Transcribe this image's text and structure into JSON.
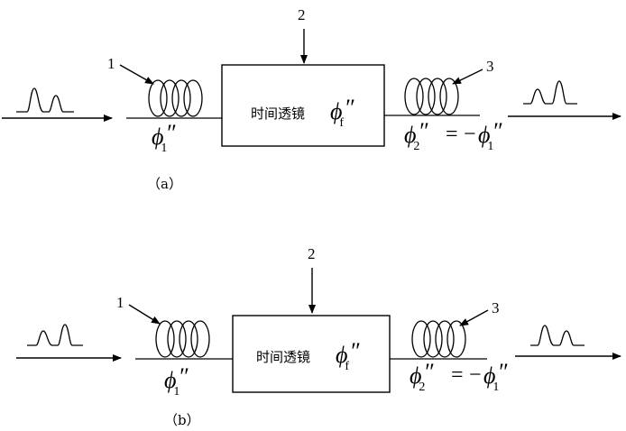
{
  "panels": [
    {
      "caption": "（a）",
      "lens_label": "时间透镜",
      "phi_symbol": "ϕ",
      "double_prime": "″",
      "sub_1": "1",
      "sub_2": "2",
      "sub_f": "f",
      "relation_eq": "=",
      "relation_neg": "−",
      "callouts": [
        "1",
        "2",
        "3"
      ]
    },
    {
      "caption": "（b）",
      "lens_label": "时间透镜",
      "phi_symbol": "ϕ",
      "double_prime": "″",
      "sub_1": "1",
      "sub_2": "2",
      "sub_f": "f",
      "relation_eq": "=",
      "relation_neg": "−",
      "callouts": [
        "1",
        "2",
        "3"
      ]
    }
  ]
}
